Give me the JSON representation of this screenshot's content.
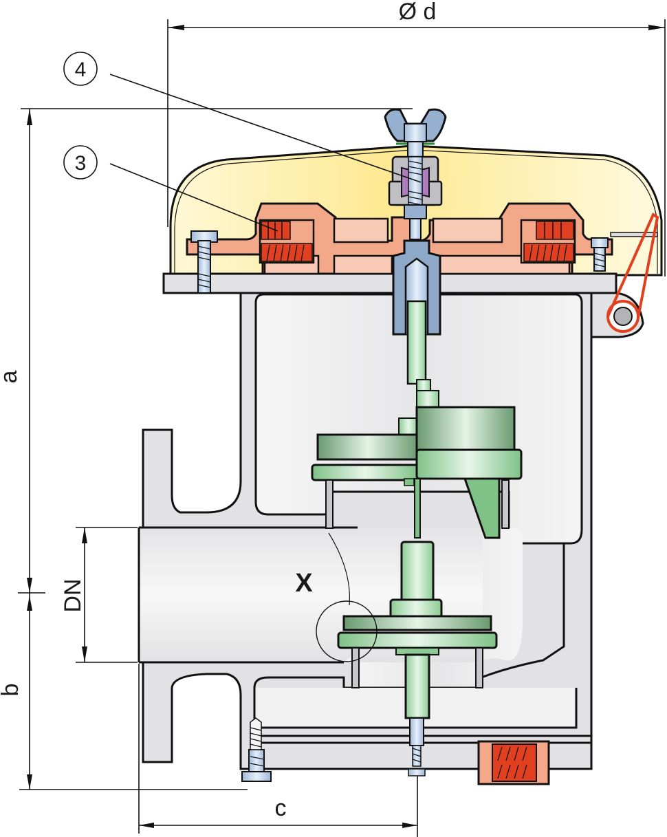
{
  "diagram": {
    "title": "Pressure/vacuum relief valve cross-section",
    "dimensions": {
      "diameter": "Ø d",
      "height_top": "a",
      "height_bottom": "b",
      "offset": "c",
      "nominal_diameter": "DN"
    },
    "callouts": [
      {
        "number": "4",
        "target": "pressure pallet spring cartridge"
      },
      {
        "number": "3",
        "target": "flame arrester element"
      }
    ],
    "detail_label": "X",
    "colors": {
      "hood": "#fdf0b0",
      "flame_arrester_housing": "#f4a88a",
      "flame_arrester_element": "#e04020",
      "body": "#e2e2e4",
      "pallet": "#7dbf85",
      "fastener": "#b8cfe8",
      "spindle_guide": "#8ea8c8",
      "spring_insert": "#b07cc0"
    }
  }
}
